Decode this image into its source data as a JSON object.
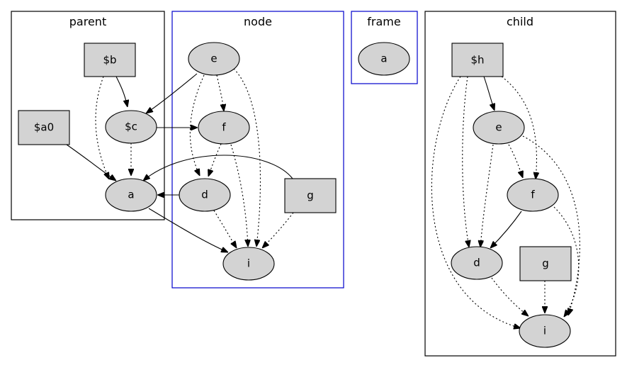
{
  "colors": {
    "parent": "#000000",
    "node": "#0000cc",
    "frame": "#0000cc",
    "child": "#000000",
    "fill": "#d3d3d3"
  },
  "clusters": {
    "parent": {
      "label": "parent"
    },
    "node": {
      "label": "node"
    },
    "frame": {
      "label": "frame"
    },
    "child": {
      "label": "child"
    }
  },
  "nodes": {
    "parent_b": "$b",
    "parent_a0": "$a0",
    "parent_c": "$c",
    "parent_a": "a",
    "node_e": "e",
    "node_f": "f",
    "node_d": "d",
    "node_g": "g",
    "node_i": "i",
    "frame_a": "a",
    "child_h": "$h",
    "child_e": "e",
    "child_f": "f",
    "child_d": "d",
    "child_g": "g",
    "child_i": "i"
  },
  "edges": [
    {
      "from": "parent_b",
      "to": "parent_c",
      "style": "solid"
    },
    {
      "from": "parent_b",
      "to": "parent_a",
      "style": "dotted"
    },
    {
      "from": "parent_a0",
      "to": "parent_a",
      "style": "solid"
    },
    {
      "from": "parent_c",
      "to": "parent_a",
      "style": "dotted"
    },
    {
      "from": "parent_c",
      "to": "node_f",
      "style": "solid"
    },
    {
      "from": "node_e",
      "to": "parent_c",
      "style": "solid"
    },
    {
      "from": "node_e",
      "to": "node_f",
      "style": "dotted"
    },
    {
      "from": "node_e",
      "to": "node_d",
      "style": "dotted"
    },
    {
      "from": "node_e",
      "to": "node_i",
      "style": "dotted"
    },
    {
      "from": "node_f",
      "to": "node_d",
      "style": "dotted"
    },
    {
      "from": "node_f",
      "to": "node_i",
      "style": "dotted"
    },
    {
      "from": "node_g",
      "to": "parent_a",
      "style": "solid"
    },
    {
      "from": "node_d",
      "to": "parent_a",
      "style": "solid"
    },
    {
      "from": "node_d",
      "to": "node_i",
      "style": "dotted"
    },
    {
      "from": "node_g",
      "to": "node_i",
      "style": "dotted"
    },
    {
      "from": "parent_a",
      "to": "node_i",
      "style": "solid"
    },
    {
      "from": "child_h",
      "to": "child_e",
      "style": "solid"
    },
    {
      "from": "child_h",
      "to": "child_f",
      "style": "dotted"
    },
    {
      "from": "child_h",
      "to": "child_d",
      "style": "dotted"
    },
    {
      "from": "child_h",
      "to": "child_i",
      "style": "dotted"
    },
    {
      "from": "child_e",
      "to": "child_f",
      "style": "dotted"
    },
    {
      "from": "child_e",
      "to": "child_d",
      "style": "dotted"
    },
    {
      "from": "child_e",
      "to": "child_i",
      "style": "dotted"
    },
    {
      "from": "child_f",
      "to": "child_d",
      "style": "solid"
    },
    {
      "from": "child_f",
      "to": "child_i",
      "style": "dotted"
    },
    {
      "from": "child_d",
      "to": "child_i",
      "style": "dotted"
    },
    {
      "from": "child_g",
      "to": "child_i",
      "style": "dotted"
    }
  ]
}
